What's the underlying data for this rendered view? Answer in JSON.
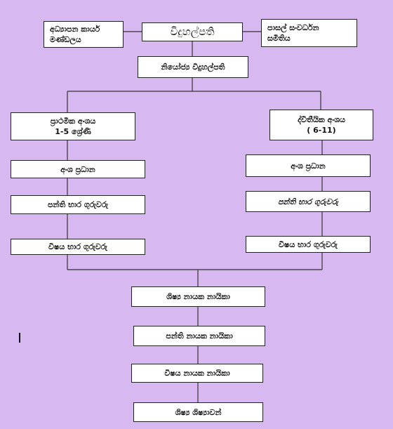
{
  "org_chart": {
    "principal": {
      "label": "විදුහල්පති"
    },
    "education_office": {
      "lines": [
        "අධ්‍යාපන කාර්ය",
        "මණ්ඩලය"
      ]
    },
    "school_dev_society": {
      "lines": [
        "පාසල් සංවර්ධන",
        "සමිතිය"
      ]
    },
    "vice_principal": {
      "label": "නියෝජ්‍ය විදුහල්පති"
    },
    "primary_section": {
      "lines": [
        "ප්‍රාථමික අංශය",
        "1-5 ශ්‍රේණි"
      ],
      "head": "අංශ ප්‍රධාන",
      "class_teachers": "පන්ති භාර ගුරුවරු",
      "subject_teachers": "විෂය භාර ගුරුවරු"
    },
    "secondary_section": {
      "lines": [
        "ද්විතීයික අංශය",
        "( 6-11)"
      ],
      "head": "අංශ ප්‍රධාන",
      "class_teachers": "පන්ති භාර ගුරුවරු",
      "subject_teachers": "විෂය භාර ගුරුවරු"
    },
    "student_chain": [
      "ශිෂ්‍ය නායක නායිකා",
      "පන්ති නායක නායිකා",
      "විෂය නායක නායිකා",
      "ශිෂ්‍ය ශිෂ්‍යාවන්"
    ]
  }
}
